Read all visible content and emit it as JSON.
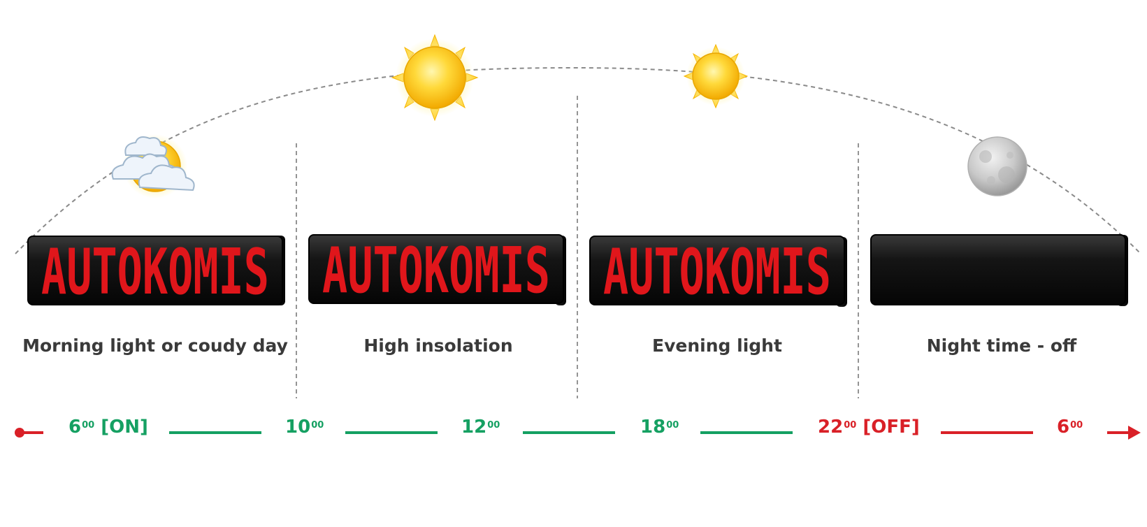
{
  "panels": [
    {
      "caption": "Morning light or coudy day",
      "display_text": "AUTOKOMIS",
      "icon": "sun-behind-clouds"
    },
    {
      "caption": "High insolation",
      "display_text": "AUTOKOMIS",
      "icon": "bright-sun"
    },
    {
      "caption": "Evening light",
      "display_text": "AUTOKOMIS",
      "icon": "small-sun"
    },
    {
      "caption": "Night time - off",
      "display_text": "",
      "icon": "moon"
    }
  ],
  "timeline": [
    {
      "hour": "6",
      "minutes": "00",
      "suffix": " [ON]",
      "color": "#15a062"
    },
    {
      "hour": "10",
      "minutes": "00",
      "suffix": "",
      "color": "#15a062"
    },
    {
      "hour": "12",
      "minutes": "00",
      "suffix": "",
      "color": "#15a062"
    },
    {
      "hour": "18",
      "minutes": "00",
      "suffix": "",
      "color": "#15a062"
    },
    {
      "hour": "22",
      "minutes": "00",
      "suffix": " [OFF]",
      "color": "#d92027"
    },
    {
      "hour": "6",
      "minutes": "00",
      "suffix": "",
      "color": "#d92027"
    }
  ],
  "colors": {
    "on": "#15a062",
    "off": "#d92027",
    "led": "#e0161b",
    "caption": "#3a3a3a"
  }
}
